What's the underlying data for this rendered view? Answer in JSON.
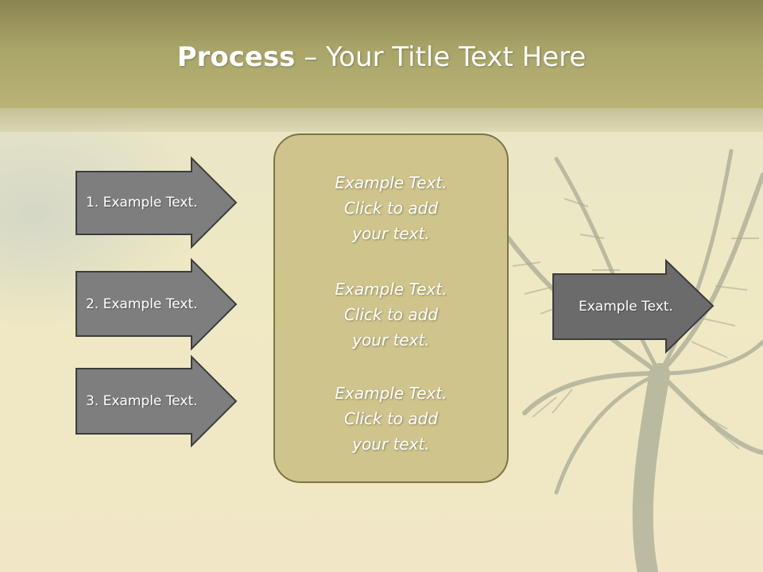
{
  "title": {
    "bold": "Process",
    "rest": " – Your Title Text Here"
  },
  "steps": [
    {
      "label": "1. Example Text."
    },
    {
      "label": "2. Example Text."
    },
    {
      "label": "3. Example Text."
    }
  ],
  "center_blocks": [
    {
      "line1": "Example Text.",
      "line2": "Click  to add",
      "line3": "your text."
    },
    {
      "line1": "Example Text.",
      "line2": "Click  to add",
      "line3": "your text."
    },
    {
      "line1": "Example Text.",
      "line2": "Click  to add",
      "line3": "your text."
    }
  ],
  "output": {
    "label": "Example Text."
  },
  "colors": {
    "title_bar": "#a9a468",
    "arrow_fill": "#7e7e7e",
    "arrow_fill_dark": "#6b6b6b",
    "arrow_border": "#3c3c3c",
    "box_fill": "#cfc48c",
    "box_border": "#7b7545",
    "text": "#ffffff"
  }
}
